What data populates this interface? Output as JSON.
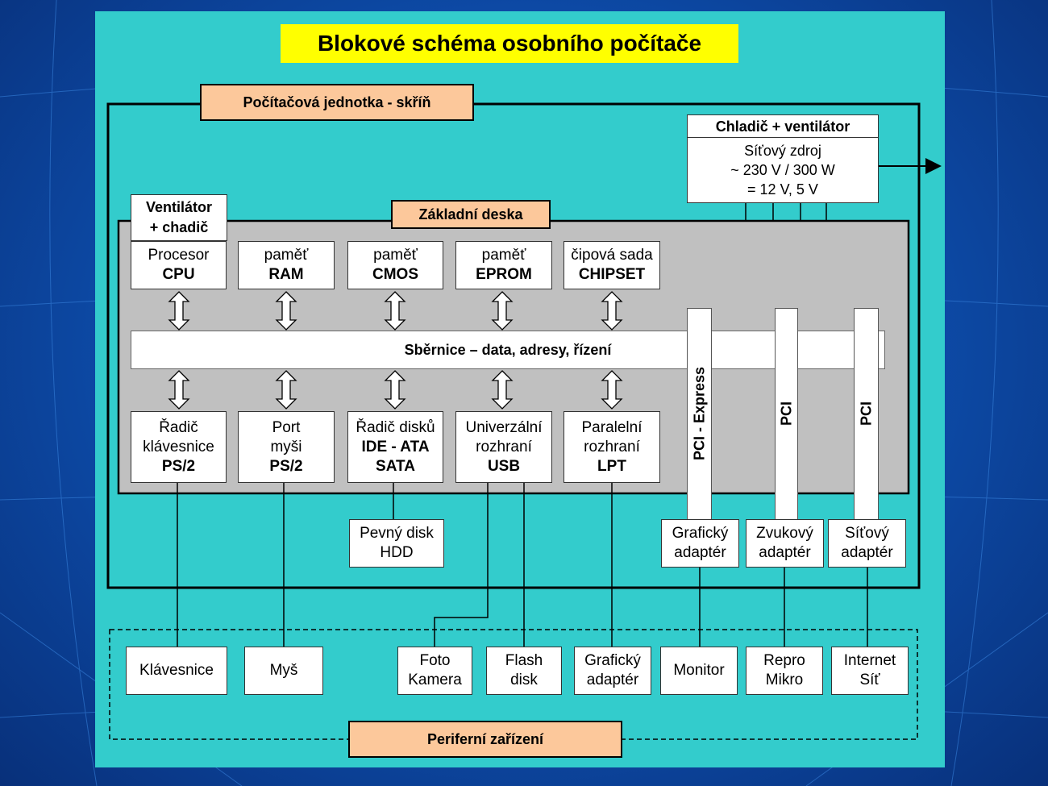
{
  "title": "Blokové schéma osobního počítače",
  "groups": {
    "unit": "Počítačová jednotka - skříň",
    "motherboard": "Základní deska",
    "peripherals": "Periferní zařízení"
  },
  "psu": {
    "header": "Chladič + ventilátor",
    "lines": [
      "Síťový zdroj",
      "~ 230 V / 300 W",
      "= 12 V, 5 V"
    ]
  },
  "cpu_fan": {
    "lines": [
      "Ventilátor",
      "+ chadič"
    ]
  },
  "top_row": [
    {
      "l1": "Procesor",
      "l2": "CPU"
    },
    {
      "l1": "paměť",
      "l2": "RAM"
    },
    {
      "l1": "paměť",
      "l2": "CMOS"
    },
    {
      "l1": "paměť",
      "l2": "EPROM"
    },
    {
      "l1": "čipová sada",
      "l2": "CHIPSET"
    }
  ],
  "bus": "Sběrnice – data, adresy, řízení",
  "bottom_row": [
    {
      "l1": "Řadič",
      "l2": "klávesnice",
      "l3": "PS/2"
    },
    {
      "l1": "Port",
      "l2": "myši",
      "l3": "PS/2"
    },
    {
      "l1": "Řadič disků",
      "l2": "IDE - ATA",
      "l3": "SATA"
    },
    {
      "l1": "Univerzální",
      "l2": "rozhraní",
      "l3": "USB"
    },
    {
      "l1": "Paralelní",
      "l2": "rozhraní",
      "l3": "LPT"
    }
  ],
  "slots": [
    "PCI - Express",
    "PCI",
    "PCI"
  ],
  "hdd": {
    "l1": "Pevný disk",
    "l2": "HDD"
  },
  "adapters": [
    {
      "l1": "Grafický",
      "l2": "adaptér"
    },
    {
      "l1": "Zvukový",
      "l2": "adaptér"
    },
    {
      "l1": "Síťový",
      "l2": "adaptér"
    }
  ],
  "devices": [
    {
      "l1": "Klávesnice",
      "l2": ""
    },
    {
      "l1": "Myš",
      "l2": ""
    },
    {
      "l1": "Foto",
      "l2": "Kamera"
    },
    {
      "l1": "Flash",
      "l2": "disk"
    },
    {
      "l1": "Grafický",
      "l2": "adaptér"
    },
    {
      "l1": "Monitor",
      "l2": ""
    },
    {
      "l1": "Repro",
      "l2": "Mikro"
    },
    {
      "l1": "Internet",
      "l2": "Síť"
    }
  ],
  "colors": {
    "slide_bg": "#33cccc",
    "title_bg": "#ffff00",
    "tag_bg": "#fcc89b",
    "board_bg": "#c0c0c0"
  }
}
